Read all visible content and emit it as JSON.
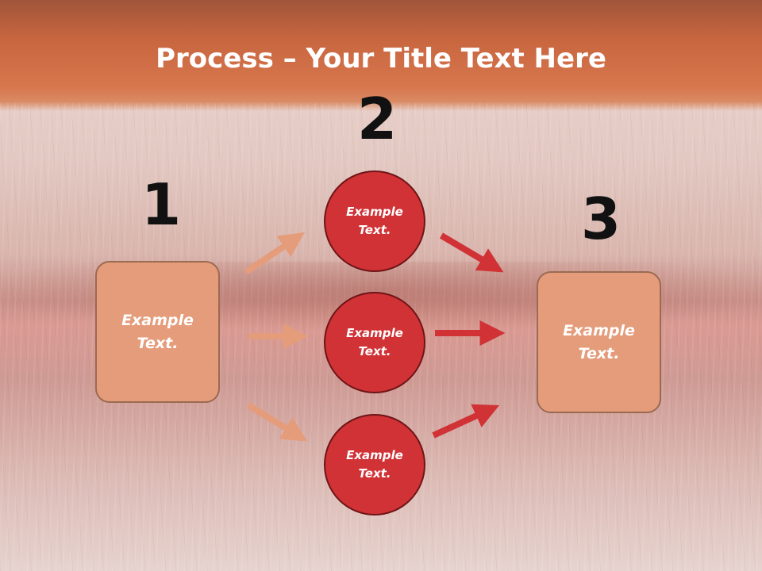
{
  "title": {
    "bold": "Process",
    "rest": " – Your Title Text Here"
  },
  "steps": {
    "one": {
      "number": "1",
      "text": "Example Text."
    },
    "two": {
      "number": "2"
    },
    "three": {
      "number": "3",
      "text": "Example Text."
    }
  },
  "circles": [
    {
      "text": "Example Text."
    },
    {
      "text": "Example Text."
    },
    {
      "text": "Example Text."
    }
  ],
  "colors": {
    "header": "#d7774e",
    "box_fill": "#e59c7a",
    "circle_fill": "#d03236",
    "arrow_left": "#e59c7a",
    "arrow_right": "#d03236"
  }
}
